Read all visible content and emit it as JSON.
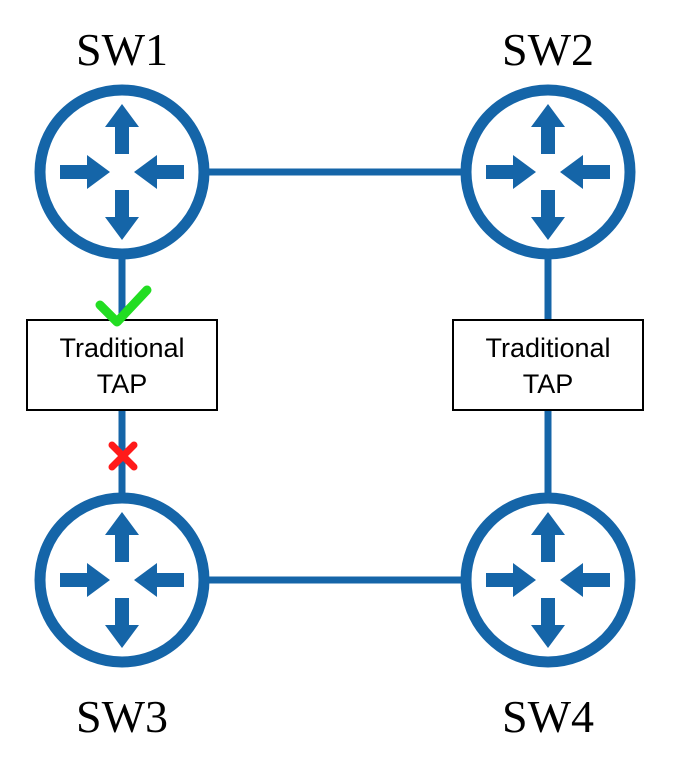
{
  "colors": {
    "switch_blue": "#1565a8",
    "ok_green": "#22dd22",
    "fail_red": "#ff1a1a",
    "box_border": "#000000"
  },
  "switches": [
    {
      "id": "sw1",
      "label": "SW1",
      "icon": "router-icon"
    },
    {
      "id": "sw2",
      "label": "SW2",
      "icon": "router-icon"
    },
    {
      "id": "sw3",
      "label": "SW3",
      "icon": "router-icon"
    },
    {
      "id": "sw4",
      "label": "SW4",
      "icon": "router-icon"
    }
  ],
  "taps": [
    {
      "id": "tap-left",
      "line1": "Traditional",
      "line2": "TAP"
    },
    {
      "id": "tap-right",
      "line1": "Traditional",
      "line2": "TAP"
    }
  ],
  "status_marks": [
    {
      "id": "left-tap-upper",
      "icon": "checkmark-icon",
      "state": "ok"
    },
    {
      "id": "left-tap-lower",
      "icon": "x-mark-icon",
      "state": "failed"
    }
  ]
}
